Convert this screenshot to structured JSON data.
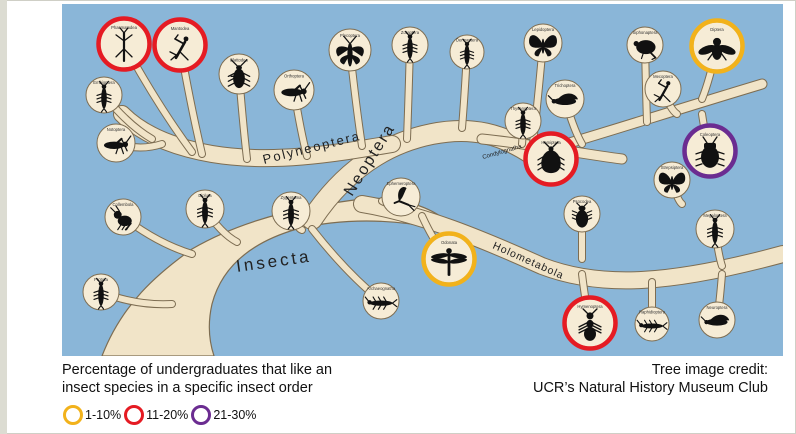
{
  "tree": {
    "branch_labels": {
      "insecta": "Insecta",
      "neoptera": "Neoptera",
      "polyneoptera": "Polyneoptera",
      "holometabola": "Holometabola",
      "condylognatha": "Condylognatha"
    },
    "orders": [
      {
        "id": "phasmatodea",
        "label": "Phasmatodea",
        "icon": "stick-insect-icon",
        "ring": "11-20%"
      },
      {
        "id": "mantodea",
        "label": "Mantodea",
        "icon": "mantis-icon",
        "ring": "11-20%"
      },
      {
        "id": "blattodea",
        "label": "Blattodea",
        "icon": "cockroach-icon",
        "ring": null
      },
      {
        "id": "embioptera",
        "label": "Embioptera",
        "icon": "webspinner-icon",
        "ring": null
      },
      {
        "id": "notoptera",
        "label": "Notoptera",
        "icon": "rock-crawler-icon",
        "ring": null
      },
      {
        "id": "orthoptera",
        "label": "Orthoptera",
        "icon": "grasshopper-icon",
        "ring": null
      },
      {
        "id": "plecoptera",
        "label": "Plecoptera",
        "icon": "stonefly-icon",
        "ring": null
      },
      {
        "id": "zoraptera",
        "label": "Zoraptera",
        "icon": "angel-insect-icon",
        "ring": null
      },
      {
        "id": "dermaptera",
        "label": "Dermaptera",
        "icon": "earwig-icon",
        "ring": null
      },
      {
        "id": "lepidoptera",
        "label": "Lepidoptera",
        "icon": "butterfly-icon",
        "ring": null
      },
      {
        "id": "trichoptera",
        "label": "Trichoptera",
        "icon": "caddisfly-icon",
        "ring": null
      },
      {
        "id": "siphonaptera",
        "label": "Siphonaptera",
        "icon": "flea-icon",
        "ring": null
      },
      {
        "id": "diptera",
        "label": "Diptera",
        "icon": "fly-icon",
        "ring": "1-10%"
      },
      {
        "id": "mecoptera",
        "label": "Mecoptera",
        "icon": "scorpionfly-icon",
        "ring": null
      },
      {
        "id": "thysanoptera",
        "label": "Thysanoptera",
        "icon": "thrips-icon",
        "ring": null
      },
      {
        "id": "hemiptera",
        "label": "Hemiptera",
        "icon": "true-bug-icon",
        "ring": "11-20%"
      },
      {
        "id": "coleoptera",
        "label": "Coleoptera",
        "icon": "beetle-icon",
        "ring": "21-30%"
      },
      {
        "id": "strepsiptera",
        "label": "Strepsiptera",
        "icon": "twisted-wing-icon",
        "ring": null
      },
      {
        "id": "psocodea",
        "label": "Psocodea",
        "icon": "louse-icon",
        "ring": null
      },
      {
        "id": "megaloptera",
        "label": "Megaloptera",
        "icon": "dobsonfly-icon",
        "ring": null
      },
      {
        "id": "hymenoptera",
        "label": "Hymenoptera",
        "icon": "ant-icon",
        "ring": "11-20%"
      },
      {
        "id": "raphidioptera",
        "label": "Raphidioptera",
        "icon": "snakefly-icon",
        "ring": null
      },
      {
        "id": "neuroptera",
        "label": "Neuroptera",
        "icon": "lacewing-icon",
        "ring": null
      },
      {
        "id": "odonata",
        "label": "Odonata",
        "icon": "dragonfly-icon",
        "ring": "1-10%"
      },
      {
        "id": "ephemeroptera",
        "label": "Ephemeroptera",
        "icon": "mayfly-icon",
        "ring": null
      },
      {
        "id": "archaeognatha",
        "label": "Archaeognatha",
        "icon": "bristletail-icon",
        "ring": null
      },
      {
        "id": "zygentoma",
        "label": "Zygentoma",
        "icon": "silverfish-icon",
        "ring": null
      },
      {
        "id": "diplura",
        "label": "Diplura",
        "icon": "dipluran-icon",
        "ring": null
      },
      {
        "id": "collembola",
        "label": "Collembola",
        "icon": "springtail-icon",
        "ring": null
      },
      {
        "id": "protura",
        "label": "Protura",
        "icon": "proturan-icon",
        "ring": null
      }
    ]
  },
  "captions": {
    "left_line1": "Percentage of undergraduates that like an",
    "left_line2": "insect species in a specific insect order",
    "right_line1": "Tree image credit:",
    "right_line2": "UCR’s Natural History Museum Club"
  },
  "legend": [
    {
      "label": "1-10%",
      "color": "#f2b21b"
    },
    {
      "label": "11-20%",
      "color": "#e51b23"
    },
    {
      "label": "21-30%",
      "color": "#6b2c91"
    }
  ],
  "colors": {
    "sky": "#8ab6d8",
    "branch": "#f1e4c8",
    "branch_edge": "#7d6d52",
    "disc": "#f6ecd6",
    "silhouette": "#111111"
  }
}
